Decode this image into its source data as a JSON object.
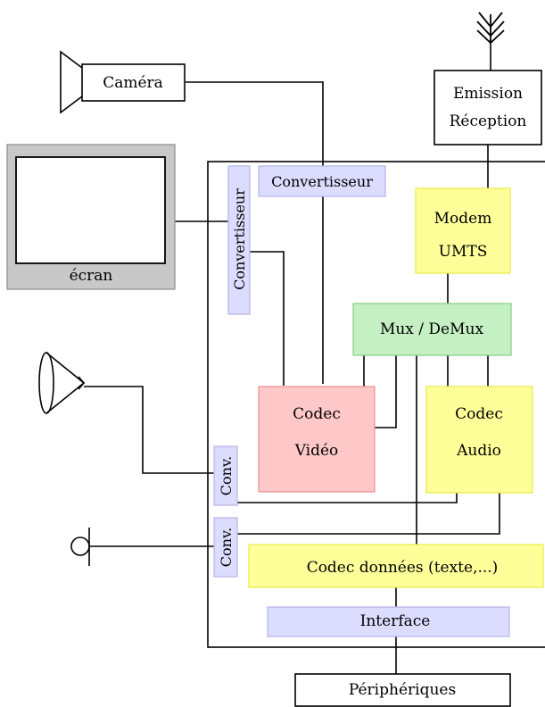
{
  "colors": {
    "line": "#000000",
    "blue_fill": "#dcdcff",
    "blue_stroke": "#b4b4ea",
    "yellow_fill": "#ffff9a",
    "yellow_stroke": "#e8e84a",
    "green_fill": "#c4f0c4",
    "green_stroke": "#80d080",
    "red_fill": "#ffc8c8",
    "red_stroke": "#e89090",
    "grey_frame": "#c8c8c8",
    "grey_stroke": "#8a8a8a"
  },
  "components": {
    "camera": "Caméra",
    "emission_line1": "Emission",
    "emission_line2": "Réception",
    "screen": "écran",
    "converter_top": "Convertisseur",
    "converter_side": "Convertisseur",
    "modem_line1": "Modem",
    "modem_line2": "UMTS",
    "mux": "Mux / DeMux",
    "video_line1": "Codec",
    "video_line2": "Vidéo",
    "audio_line1": "Codec",
    "audio_line2": "Audio",
    "conv_1": "Conv.",
    "conv_2": "Conv.",
    "data_codec": "Codec données (texte,...)",
    "interface": "Interface",
    "peripherals": "Périphériques"
  }
}
